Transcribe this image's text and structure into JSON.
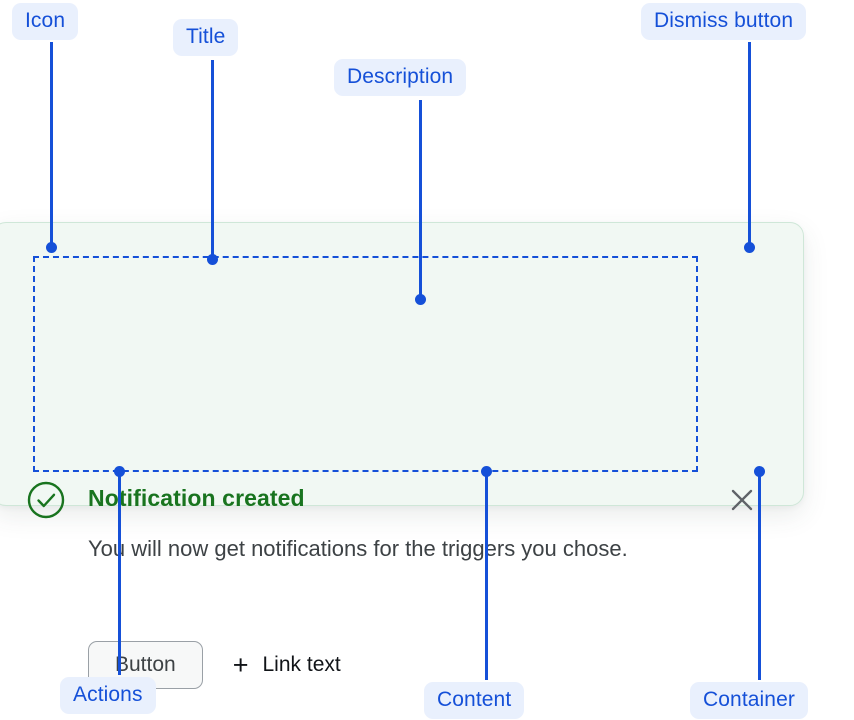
{
  "annotations": [
    {
      "id": "icon",
      "label": "Icon"
    },
    {
      "id": "title",
      "label": "Title"
    },
    {
      "id": "description",
      "label": "Description"
    },
    {
      "id": "dismiss_button",
      "label": "Dismiss button"
    },
    {
      "id": "actions",
      "label": "Actions"
    },
    {
      "id": "content",
      "label": "Content"
    },
    {
      "id": "container",
      "label": "Container"
    }
  ],
  "notification": {
    "status_icon": "check-circle-icon",
    "title": "Notification created",
    "description": "You will now get notifications for the triggers you chose.",
    "actions": {
      "button_label": "Button",
      "link_icon": "plus-icon",
      "link_label": "Link text"
    },
    "dismiss_icon": "close-icon"
  },
  "colors": {
    "annotation_text": "#1550d8",
    "annotation_background": "#e9f0fd",
    "card_background": "#f1f8f3",
    "card_border": "#cfe7d8",
    "title_green": "#19741f",
    "description_gray": "#3d4245",
    "icon_green": "#19741f",
    "dismiss_gray": "#5f6368",
    "button_border": "#9aa0a6"
  }
}
